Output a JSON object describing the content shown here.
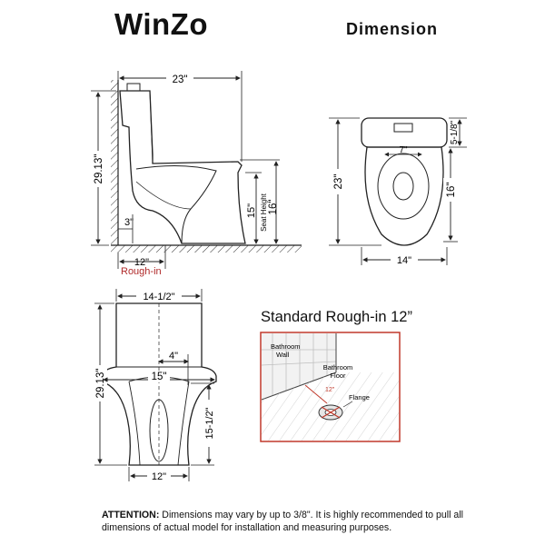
{
  "brand": "WinZo",
  "heading": "Dimension",
  "side_view": {
    "width": "23\"",
    "height": "29.13\"",
    "seat_height_value": "15\"",
    "seat_height_label": "Seat Height",
    "seat_height_total": "16\"",
    "offset": "3\"",
    "rough_in_value": "12\"",
    "rough_in_label": "Rough-in"
  },
  "top_view": {
    "tank_depth": "5-1/8\"",
    "spacing": "7\"",
    "length": "23\"",
    "bowl_length": "16\"",
    "width": "14\""
  },
  "front_view": {
    "tank_width": "14-1/2\"",
    "height": "29.13\"",
    "offset": "4\"",
    "width": "15\"",
    "lower_height": "15-1/2\"",
    "base_width": "12\""
  },
  "rough_in": {
    "title": "Standard Rough-in 12”",
    "wall_line1": "Bathroom",
    "wall_line2": "Wall",
    "floor_line1": "Bathroom",
    "floor_line2": "Floor",
    "measure": "12\"",
    "flange": "Flange"
  },
  "attention": {
    "label": "ATTENTION:",
    "text": " Dimensions may vary by up to 3/8\". It is highly recommended to pull all dimensions of actual model for installation and measuring purposes."
  },
  "colors": {
    "text": "#111111",
    "rough_in_label": "#b02a2a",
    "rough_in_frame": "#c0392b",
    "line": "#222222"
  }
}
